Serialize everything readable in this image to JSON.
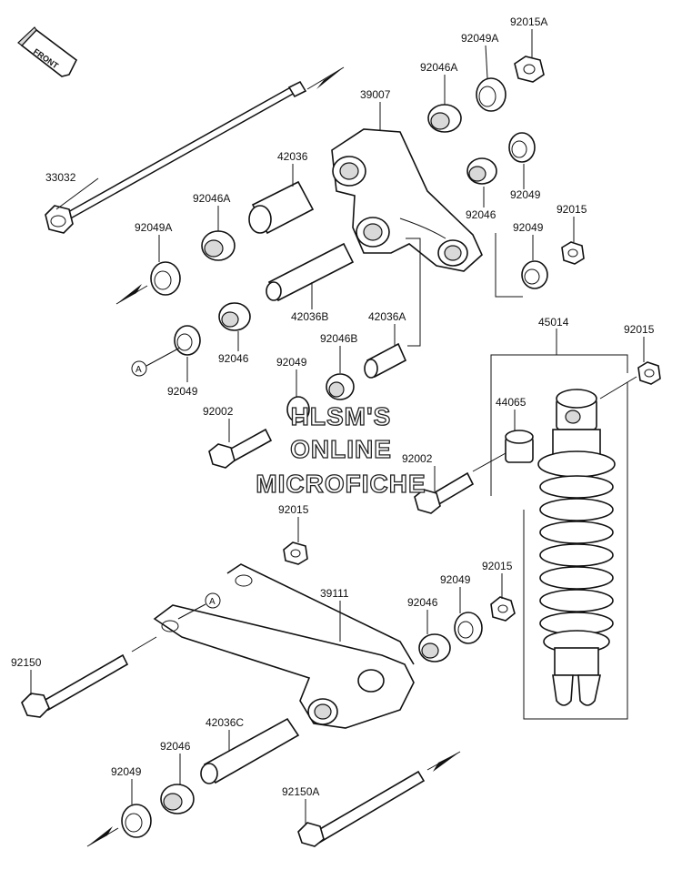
{
  "front_label": "FRONT",
  "ref_marker": "A",
  "watermark": [
    "HLSM'S",
    "ONLINE",
    "MICROFICHE"
  ],
  "callouts": [
    {
      "id": "92015A",
      "text": "92015A"
    },
    {
      "id": "92049A-top",
      "text": "92049A"
    },
    {
      "id": "92046A-top",
      "text": "92046A"
    },
    {
      "id": "39007",
      "text": "39007"
    },
    {
      "id": "33032",
      "text": "33032"
    },
    {
      "id": "42036",
      "text": "42036"
    },
    {
      "id": "92046A-left",
      "text": "92046A"
    },
    {
      "id": "92049A-left",
      "text": "92049A"
    },
    {
      "id": "92049-r1",
      "text": "92049"
    },
    {
      "id": "92046-r1",
      "text": "92046"
    },
    {
      "id": "92049-r2",
      "text": "92049"
    },
    {
      "id": "92015-r1",
      "text": "92015"
    },
    {
      "id": "42036B",
      "text": "42036B"
    },
    {
      "id": "42036A",
      "text": "42036A"
    },
    {
      "id": "92046-l1",
      "text": "92046"
    },
    {
      "id": "92046B",
      "text": "92046B"
    },
    {
      "id": "92049-l1",
      "text": "92049"
    },
    {
      "id": "92049-c1",
      "text": "92049"
    },
    {
      "id": "45014",
      "text": "45014"
    },
    {
      "id": "92015-r2",
      "text": "92015"
    },
    {
      "id": "44065",
      "text": "44065"
    },
    {
      "id": "92002-l",
      "text": "92002"
    },
    {
      "id": "92002-r",
      "text": "92002"
    },
    {
      "id": "92015-c",
      "text": "92015"
    },
    {
      "id": "39111",
      "text": "39111"
    },
    {
      "id": "92015-b",
      "text": "92015"
    },
    {
      "id": "92049-b",
      "text": "92049"
    },
    {
      "id": "92046-b",
      "text": "92046"
    },
    {
      "id": "92150",
      "text": "92150"
    },
    {
      "id": "42036C",
      "text": "42036C"
    },
    {
      "id": "92046-bl",
      "text": "92046"
    },
    {
      "id": "92049-bl",
      "text": "92049"
    },
    {
      "id": "92150A",
      "text": "92150A"
    }
  ]
}
